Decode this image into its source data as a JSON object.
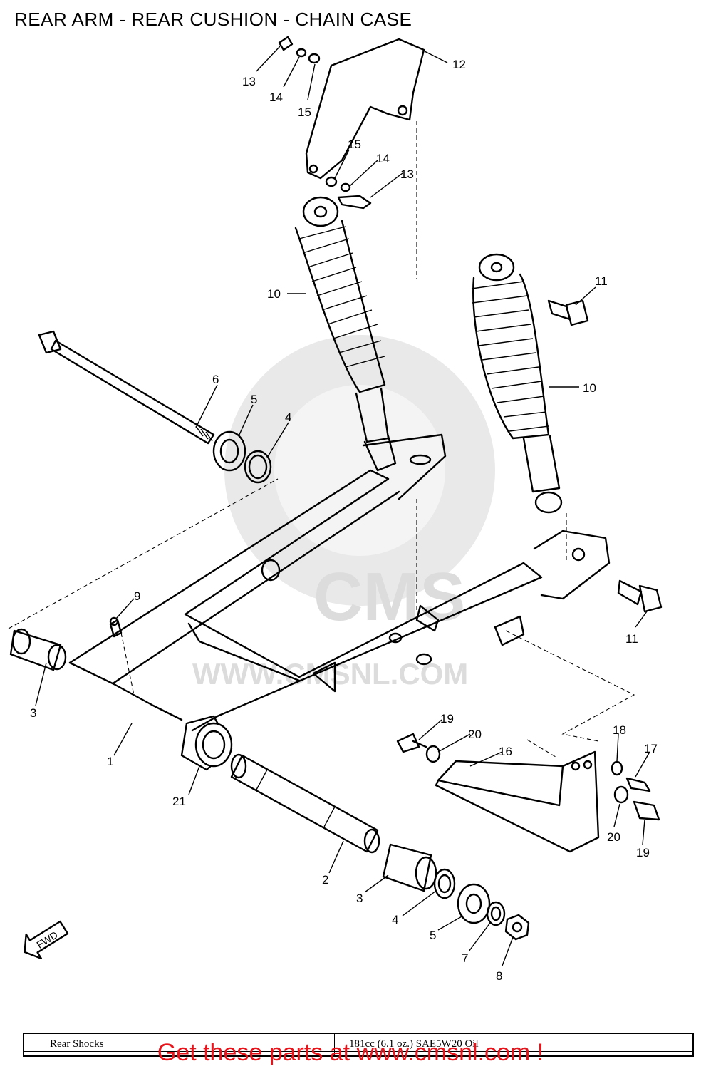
{
  "title": "REAR ARM - REAR CUSHION - CHAIN CASE",
  "watermark": {
    "logo_text": "CMS",
    "url_text": "WWW.CMSNL.COM"
  },
  "direction_marker": "FWD",
  "callouts": {
    "c1": "1",
    "c2": "2",
    "c3a": "3",
    "c3b": "3",
    "c4a": "4",
    "c4b": "4",
    "c5a": "5",
    "c5b": "5",
    "c6": "6",
    "c7": "7",
    "c8": "8",
    "c9": "9",
    "c10a": "10",
    "c10b": "10",
    "c11a": "11",
    "c11b": "11",
    "c12": "12",
    "c13a": "13",
    "c13b": "13",
    "c14a": "14",
    "c14b": "14",
    "c15a": "15",
    "c15b": "15",
    "c16": "16",
    "c17": "17",
    "c18": "18",
    "c19a": "19",
    "c19b": "19",
    "c20a": "20",
    "c20b": "20",
    "c21": "21"
  },
  "footer": {
    "left_cell": "Rear Shocks",
    "right_cell": "181cc (6.1 oz.) SAE5W20 Oil"
  },
  "cta": "Get these parts at www.cmsnl.com !",
  "colors": {
    "cta": "#e8141b",
    "line": "#000000",
    "watermark": "#e9e9e9"
  }
}
